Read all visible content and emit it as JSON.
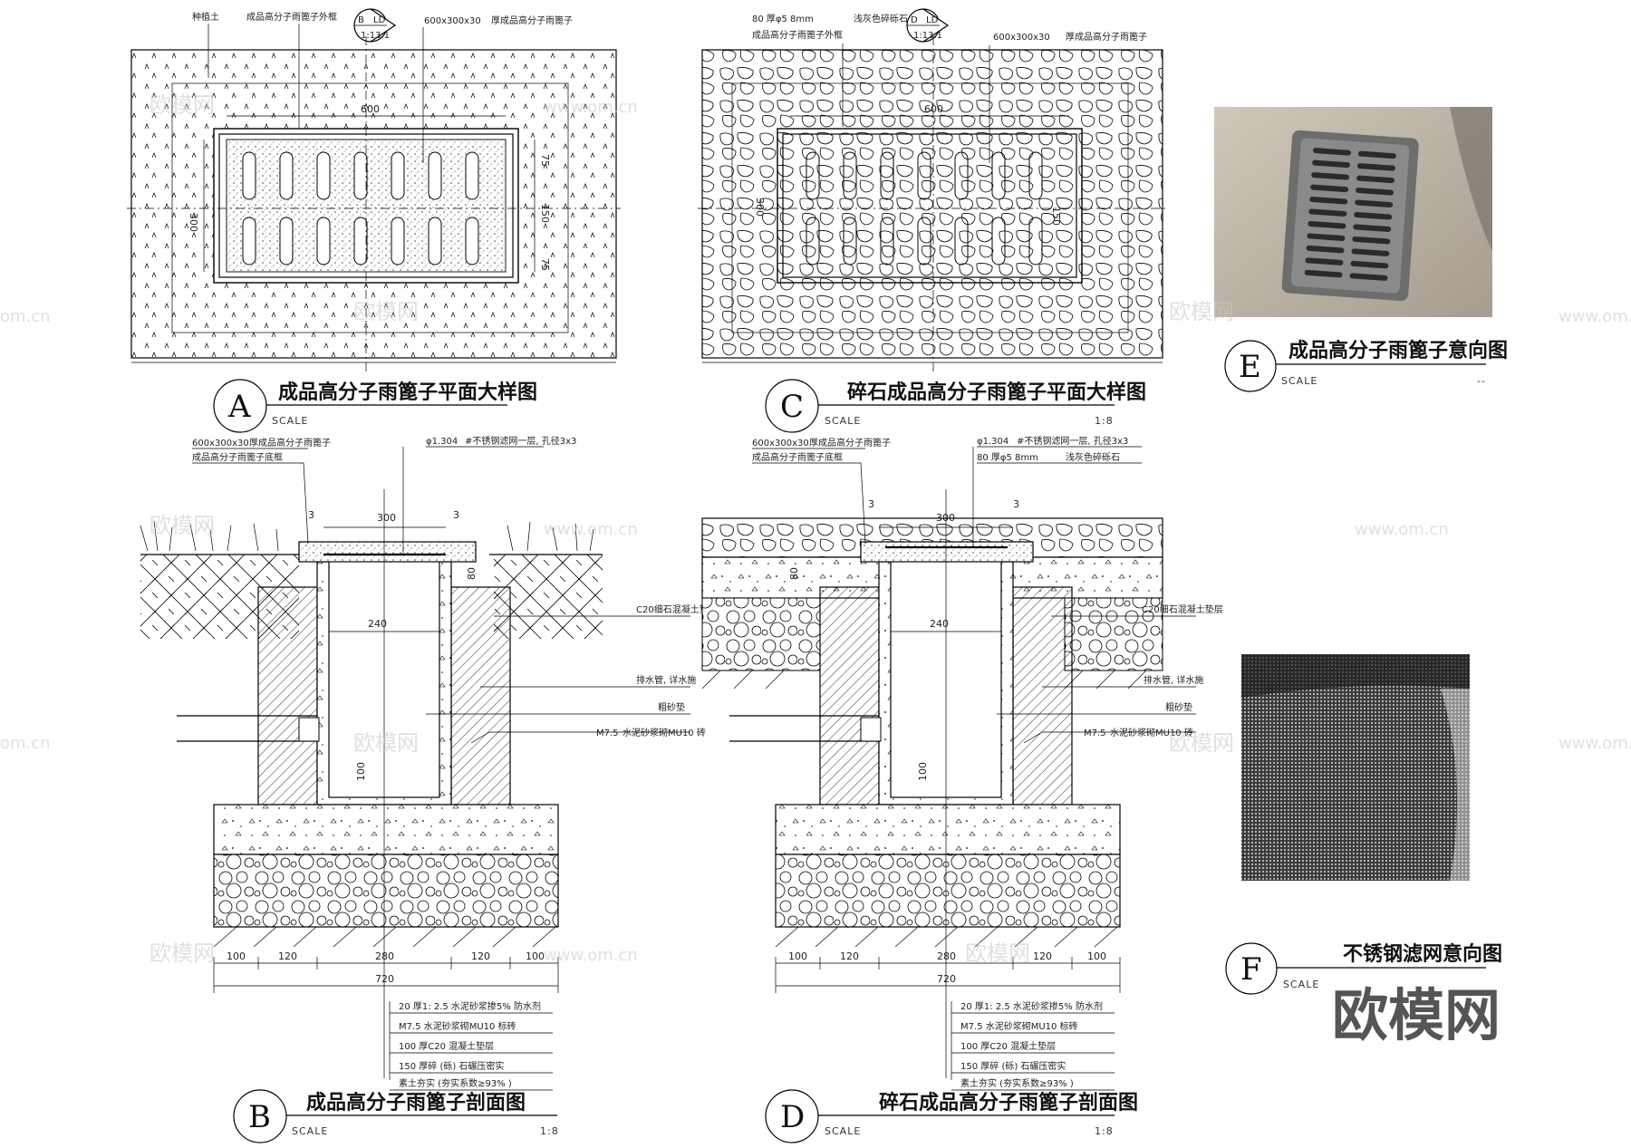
{
  "panels": {
    "A": {
      "letter": "A",
      "title": "成品高分子雨篦子平面大样图",
      "scale_label": "SCALE",
      "scale_value": "",
      "notes": [
        "种植土",
        "成品高分子雨篦子外框",
        "600x300x30",
        "厚成品高分子雨篦子"
      ],
      "dims": [
        "600",
        "300",
        "75",
        "150",
        "75"
      ],
      "marker": {
        "letter": "B",
        "code": "LD",
        "sub": "1:13.1"
      }
    },
    "C": {
      "letter": "C",
      "title": "碎石成品高分子雨篦子平面大样图",
      "scale_label": "SCALE",
      "scale_value": "1:8",
      "notes": [
        "80  厚φ5  8mm",
        "浅灰色碎砾石",
        "成品高分子雨篦子外框",
        "600x300x30",
        "厚成品高分子雨篦子"
      ],
      "dims": [
        "600",
        "300",
        "150"
      ],
      "marker": {
        "letter": "D",
        "code": "LD",
        "sub": "1:13.1"
      }
    },
    "B": {
      "letter": "B",
      "title": "成品高分子雨篦子剖面图",
      "scale_label": "SCALE",
      "scale_value": "1:8",
      "top_notes": [
        "600x300x30",
        "厚成品高分子雨篦子",
        "成品高分子雨篦子底框",
        "φ1.304",
        "#不锈钢滤网一层, 孔径3x3"
      ],
      "side_notes": [
        "C20细石混凝土垫层",
        "排水管, 详水施",
        "粗砂垫",
        "M7.5",
        "水泥砂浆砌MU10 砖"
      ],
      "dims": [
        "300",
        "240",
        "80",
        "100",
        "100",
        "120",
        "280",
        "120",
        "100",
        "720",
        "3"
      ],
      "bottom_notes": [
        "20  厚1: 2.5  水泥砂浆掺5%  防水剂",
        "M7.5   水泥砂浆砌MU10     标砖",
        "100   厚C20   混凝土垫层",
        "150   厚碎  (砾)  石碾压密实",
        "素土夯实 (夯实系数≥93%  )"
      ]
    },
    "D": {
      "letter": "D",
      "title": "碎石成品高分子雨篦子剖面图",
      "scale_label": "SCALE",
      "scale_value": "1:8",
      "top_notes": [
        "600x300x30",
        "厚成品高分子雨篦子",
        "成品高分子雨篦子底框",
        "φ1.304",
        "#不锈钢滤网一层, 孔径3x3",
        "80  厚φ5  8mm",
        "浅灰色碎砾石"
      ],
      "side_notes": [
        "C20细石混凝土垫层",
        "排水管, 详水施",
        "粗砂垫",
        "M7.5",
        "水泥砂浆砌MU10 砖"
      ],
      "dims": [
        "300",
        "240",
        "80",
        "100",
        "100",
        "120",
        "280",
        "120",
        "100",
        "720",
        "3"
      ],
      "bottom_notes": [
        "20  厚1: 2.5  水泥砂浆掺5%  防水剂",
        "M7.5   水泥砂浆砌MU10     标砖",
        "100   厚C20   混凝土垫层",
        "150   厚碎  (砾)  石碾压密实",
        "素土夯实 (夯实系数≥93%  )"
      ]
    },
    "E": {
      "letter": "E",
      "title": "成品高分子雨篦子意向图",
      "scale_label": "SCALE",
      "scale_value": "--"
    },
    "F": {
      "letter": "F",
      "title": "不锈钢滤网意向图",
      "scale_label": "SCALE",
      "scale_value": ""
    }
  },
  "watermark": {
    "text": "欧模网",
    "url": "www.om.cn",
    "url_short": "om.cn"
  },
  "brand": "欧模网",
  "colors": {
    "line": "#000000",
    "watermark": "#c8c8c8",
    "mesh_bg": "#3a3a3a",
    "photo_bg": "#b9b0a3"
  }
}
